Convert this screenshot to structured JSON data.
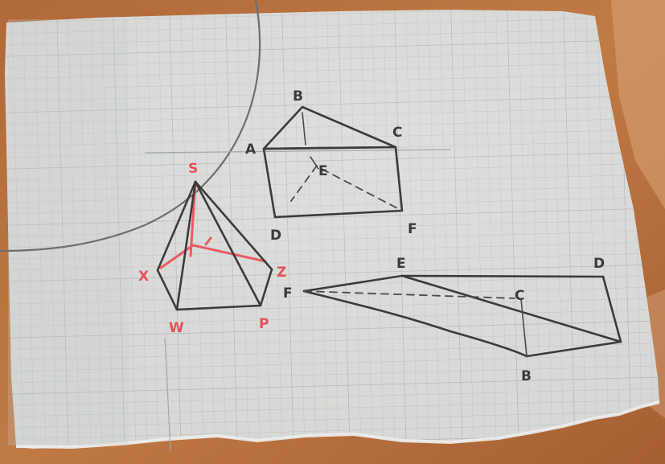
{
  "photo": {
    "subject": "",
    "colors": {
      "background": "#b8703e",
      "paper": "#d7d9d6",
      "grid": "#b9bcbc",
      "ink": "#3b3b3b",
      "red_ink": "#e8505a"
    }
  },
  "labels": {
    "prism_top": {
      "A": "A",
      "B": "B",
      "C": "C",
      "E": "E",
      "D": "D",
      "F": "F"
    },
    "pyramid": {
      "S": "S",
      "X": "X",
      "Z": "Z",
      "W": "W",
      "P": "P"
    },
    "prism_bottom": {
      "E": "E",
      "D": "D",
      "F": "F",
      "C": "C",
      "B": "B"
    }
  }
}
